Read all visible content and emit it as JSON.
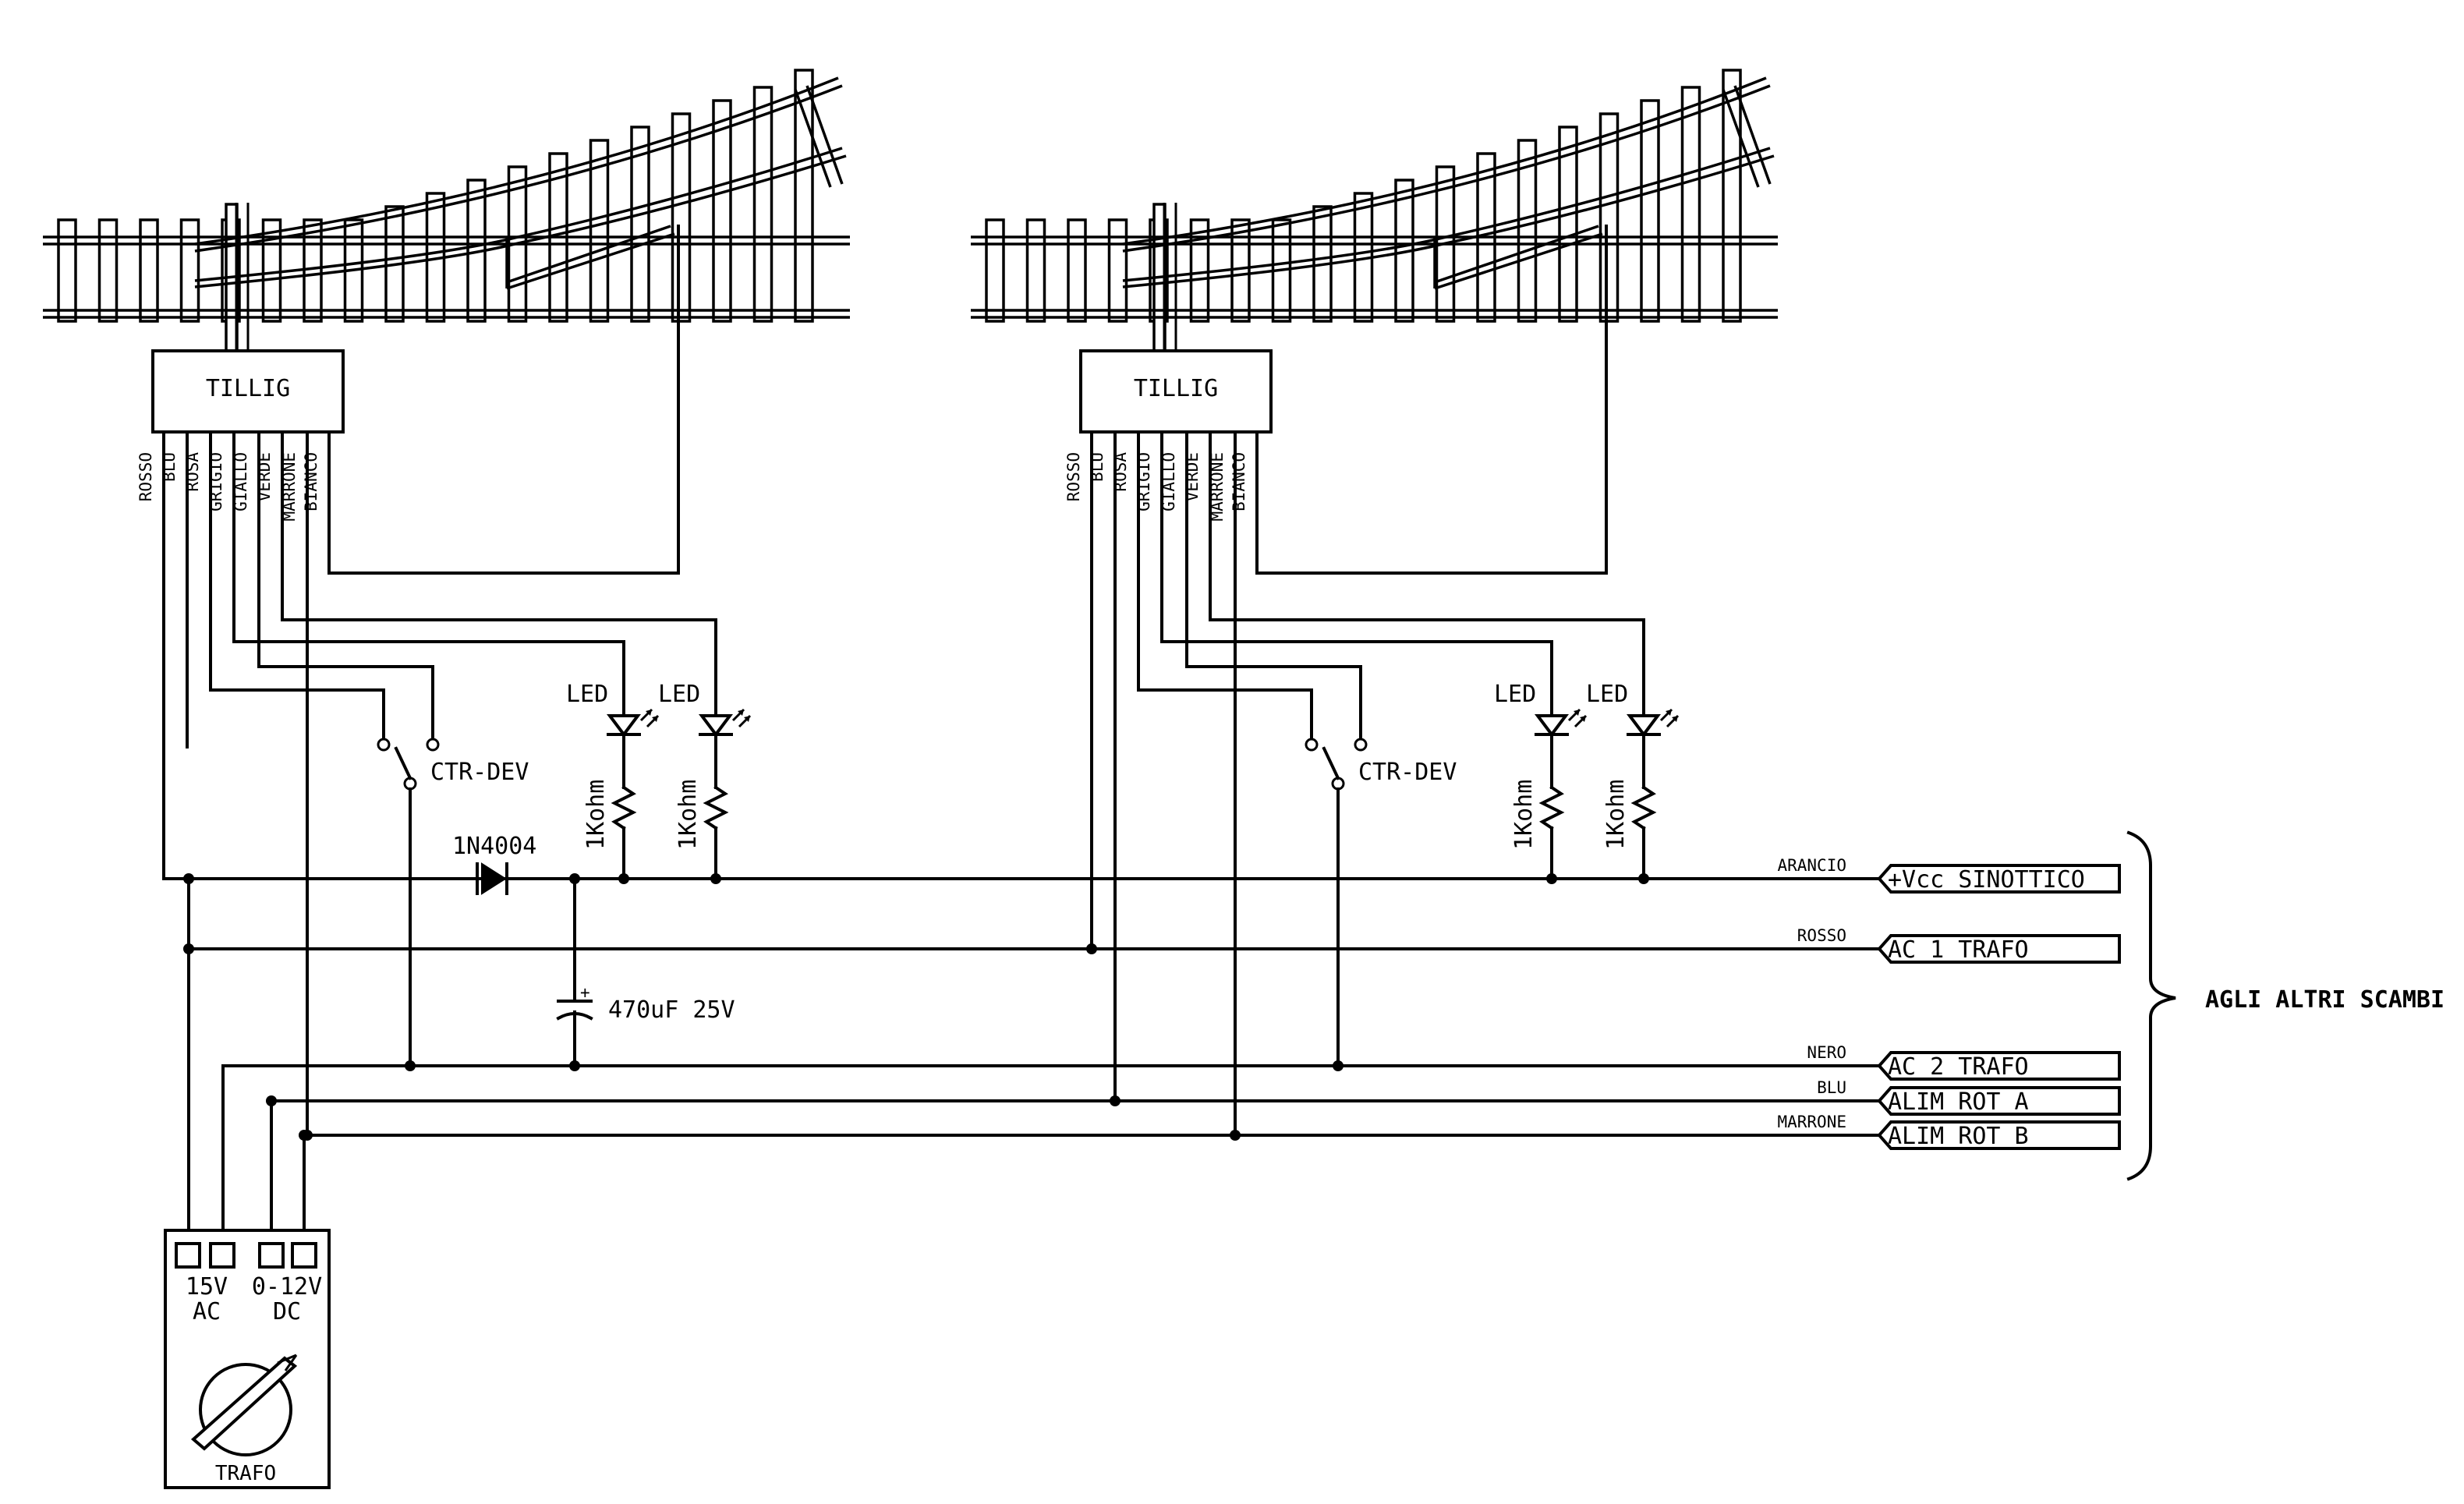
{
  "diagram": {
    "decoder_label": "TILLIG",
    "wire_colors": [
      "ROSSO",
      "BLU",
      "ROSA",
      "GRIGIO",
      "GIALLO",
      "VERDE",
      "MARRONE",
      "BIANCO"
    ],
    "switch_label": "CTR-DEV",
    "led_label": "LED",
    "resistor_label": "1Kohm",
    "diode_label": "1N4004",
    "capacitor_label": "470uF 25V",
    "capacitor_polarity": "+",
    "bus": [
      {
        "wire": "ARANCIO",
        "terminal": "+Vcc SINOTTICO"
      },
      {
        "wire": "ROSSO",
        "terminal": "AC 1 TRAFO"
      },
      {
        "wire": "NERO",
        "terminal": "AC 2 TRAFO"
      },
      {
        "wire": "BLU",
        "terminal": "ALIM ROT A"
      },
      {
        "wire": "MARRONE",
        "terminal": "ALIM ROT B"
      }
    ],
    "brace_label": "AGLI ALTRI SCAMBI",
    "trafo": {
      "ac_voltage": "15V",
      "ac_label": "AC",
      "dc_voltage": "0-12V",
      "dc_label": "DC",
      "title": "TRAFO"
    }
  }
}
